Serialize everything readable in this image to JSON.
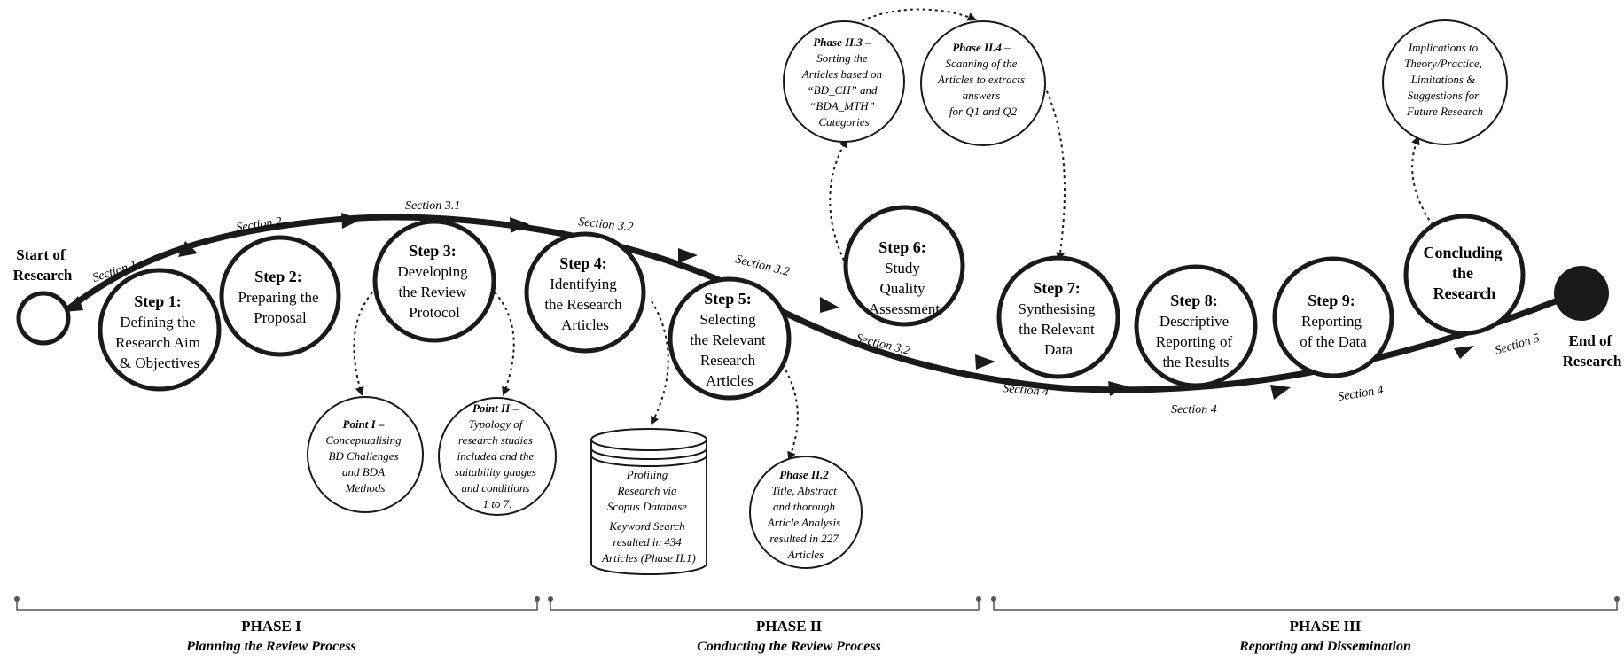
{
  "start": [
    "Start of",
    "Research"
  ],
  "end": [
    "End of",
    "Research"
  ],
  "steps": [
    {
      "title": "Step 1:",
      "lines": [
        "Defining the",
        "Research Aim",
        "& Objectives"
      ]
    },
    {
      "title": "Step 2:",
      "lines": [
        "Preparing the",
        "Proposal"
      ]
    },
    {
      "title": "Step 3:",
      "lines": [
        "Developing",
        "the Review",
        "Protocol"
      ]
    },
    {
      "title": "Step 4:",
      "lines": [
        "Identifying",
        "the Research",
        "Articles"
      ]
    },
    {
      "title": "Step 5:",
      "lines": [
        "Selecting",
        "the Relevant",
        "Research",
        "Articles"
      ]
    },
    {
      "title": "Step 6:",
      "lines": [
        "Study",
        "Quality",
        "Assessment"
      ]
    },
    {
      "title": "Step 7:",
      "lines": [
        "Synthesising",
        "the Relevant",
        "Data"
      ]
    },
    {
      "title": "Step 8:",
      "lines": [
        "Descriptive",
        "Reporting of",
        "the Results"
      ]
    },
    {
      "title": "Step 9:",
      "lines": [
        "Reporting",
        "of the Data"
      ]
    },
    {
      "title": "Concluding",
      "lines": [
        "the",
        "Research"
      ]
    }
  ],
  "sections": [
    "Section 1",
    "Section 2",
    "Section 3.1",
    "Section 3.2",
    "Section 3.2",
    "Section 3.2",
    "Section 4",
    "Section 4",
    "Section 4",
    "Section 5"
  ],
  "sub_nodes": {
    "point1": {
      "bold": "Point I –",
      "lines": [
        "Conceptualising",
        "BD Challenges",
        "and BDA",
        "Methods"
      ]
    },
    "point2": {
      "bold": "Point II –",
      "lines": [
        "Typology of",
        "research studies",
        "included and the",
        "suitability gauges",
        "and conditions",
        "1 to 7."
      ]
    },
    "db": {
      "lines": [
        "Profiling",
        "Research via",
        "Scopus Database",
        "Keyword Search",
        "resulted in 434",
        "Articles (Phase II.1)"
      ]
    },
    "phase22": {
      "bold": "Phase II.2",
      "lines": [
        "Title, Abstract",
        "and thorough",
        "Article Analysis",
        "resulted in 227",
        "Articles"
      ]
    },
    "phase23": {
      "bold": "Phase II.3 –",
      "lines": [
        "Sorting the",
        "Articles based on",
        "“BD_CH” and",
        "“BDA_MTH”",
        "Categories"
      ]
    },
    "phase24": {
      "bold": "Phase II.4",
      "suffix": " –",
      "lines": [
        "Scanning of the",
        "Articles to extracts",
        "answers",
        "for Q1 and Q2"
      ]
    },
    "implications": {
      "lines": [
        "Implications to",
        "Theory/Practice,",
        "Limitations &",
        "Suggestions for",
        "Future Research"
      ]
    }
  },
  "phases": [
    {
      "title": "PHASE I",
      "subtitle": "Planning the Review Process"
    },
    {
      "title": "PHASE II",
      "subtitle": "Conducting the Review Process"
    },
    {
      "title": "PHASE III",
      "subtitle": "Reporting and Dissemination"
    }
  ]
}
